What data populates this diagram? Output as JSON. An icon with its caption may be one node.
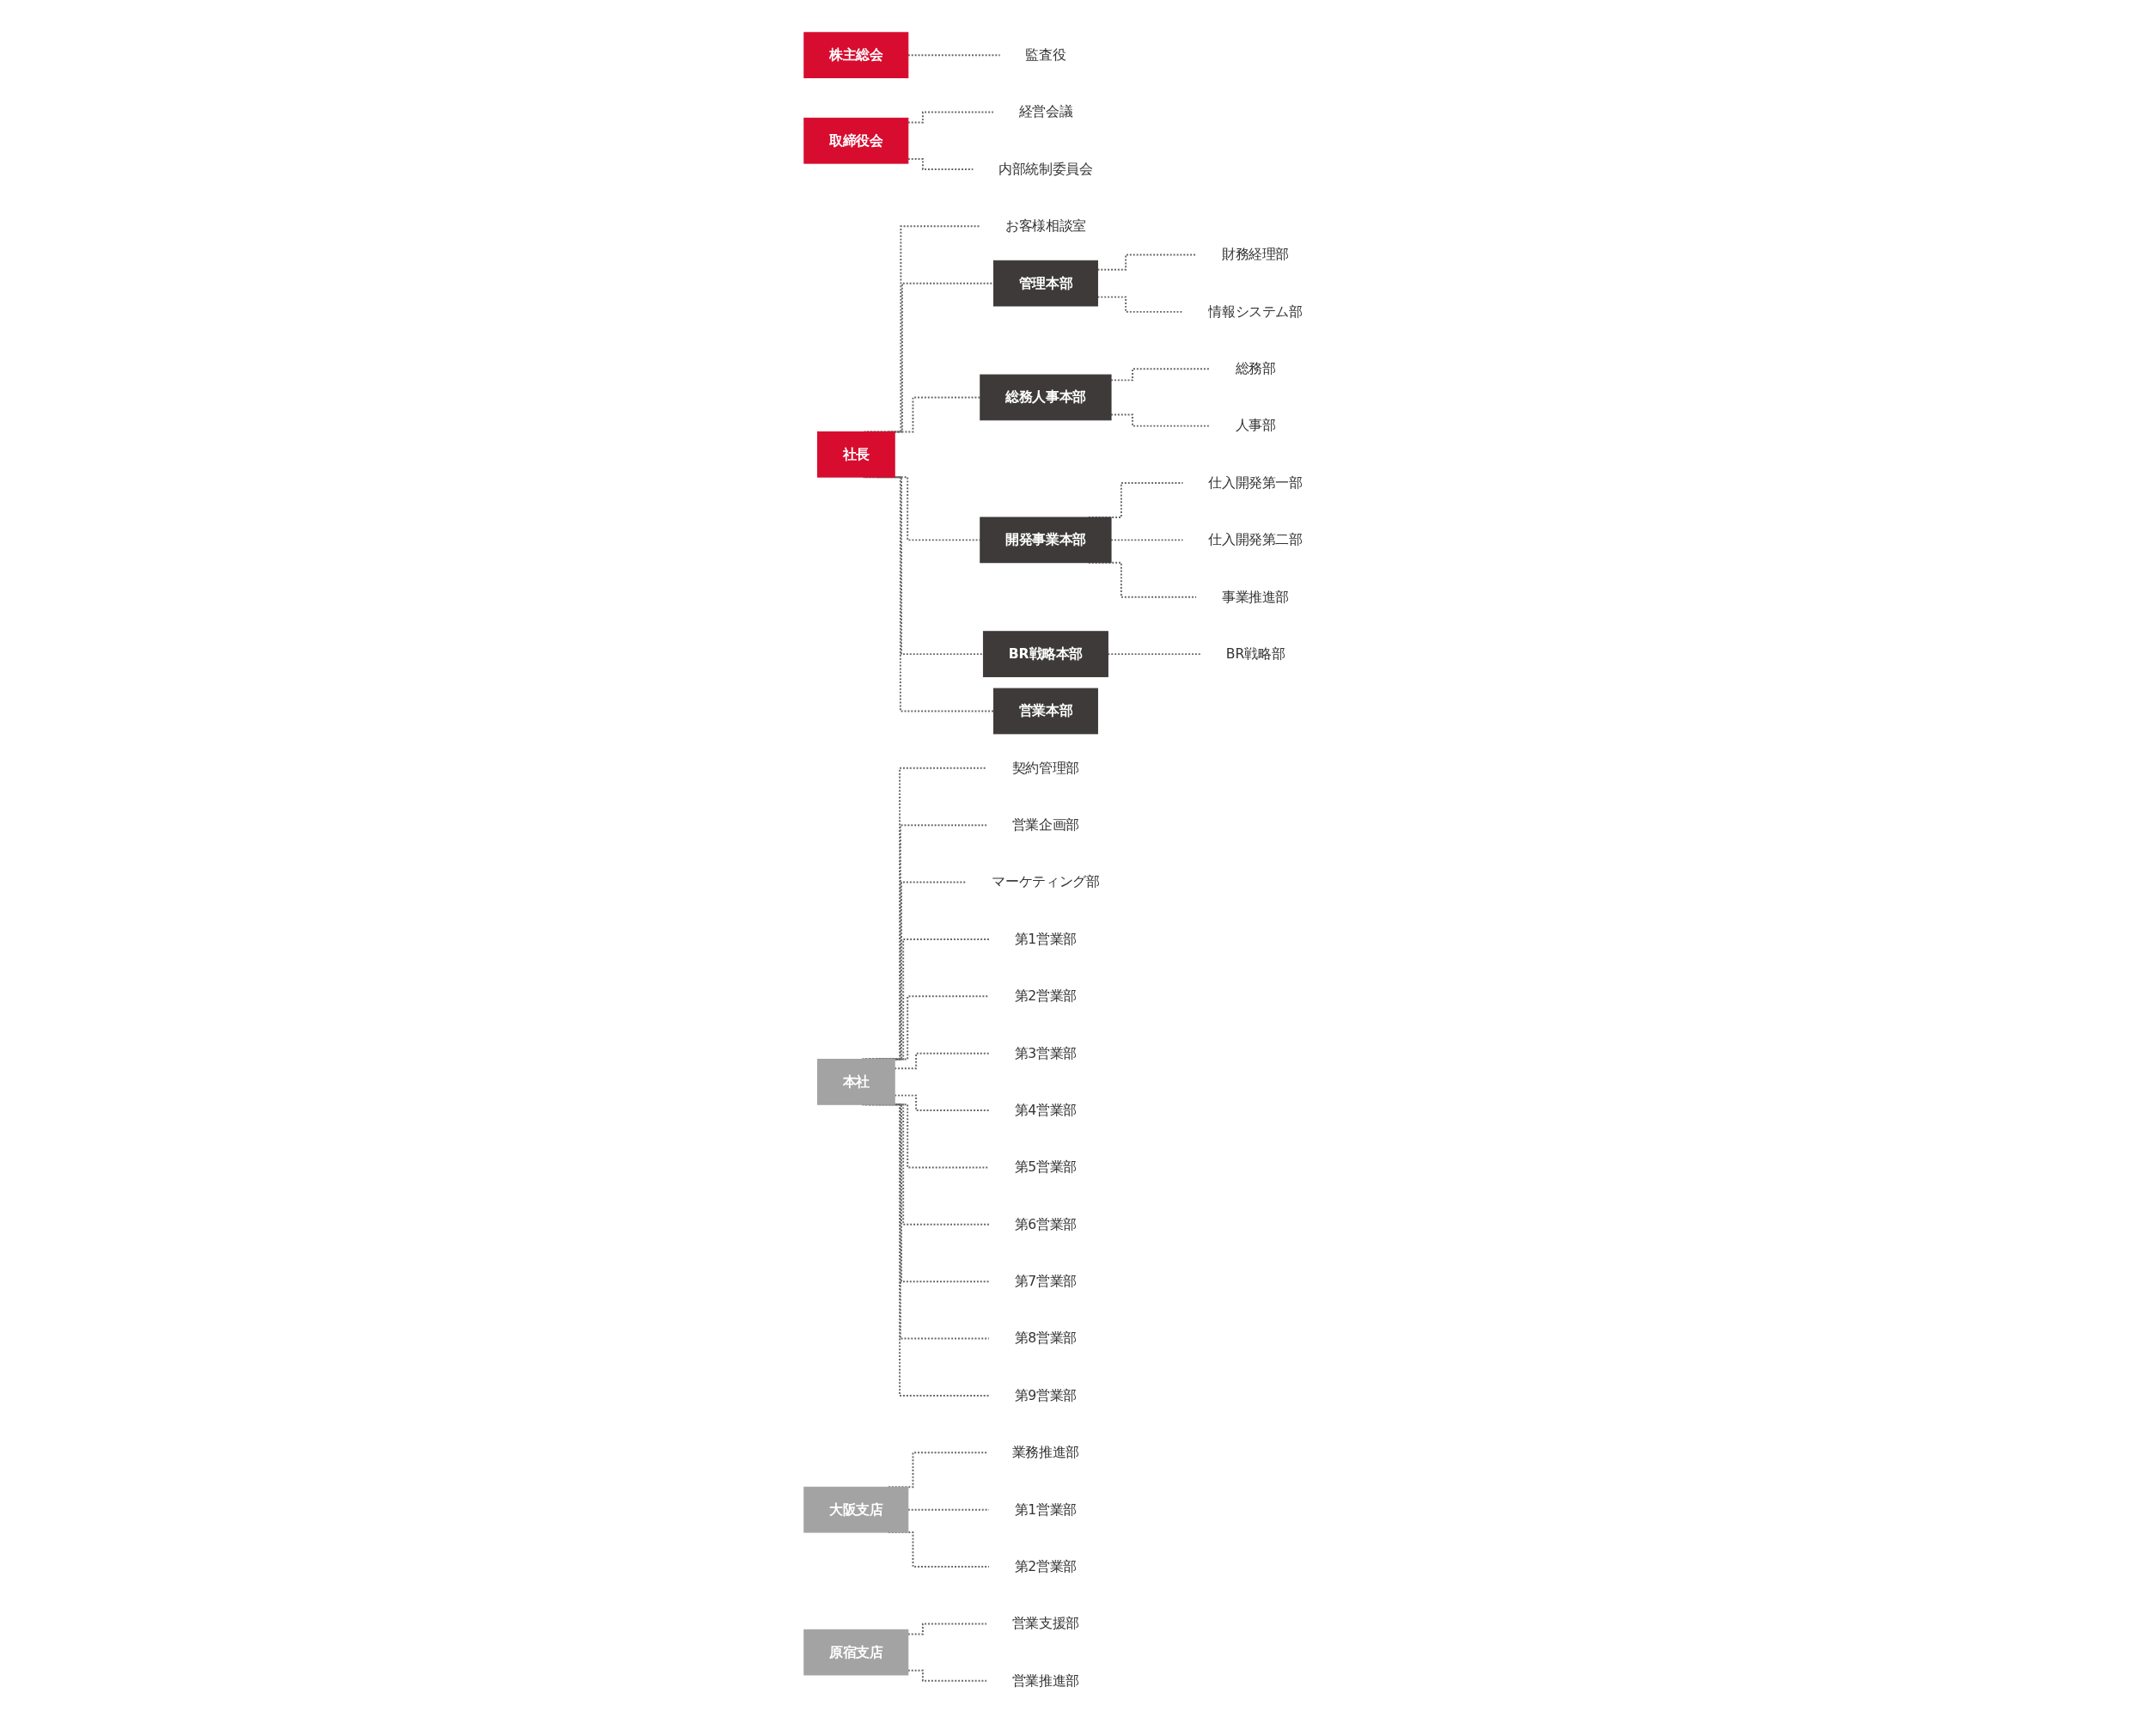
{
  "diagram": {
    "nodes": [
      {
        "text": [
          "株主総会"
        ]
      },
      {
        "text": [
          "監査役"
        ]
      },
      {
        "text": [
          "取締役会"
        ]
      },
      {
        "text": [
          "経営会議"
        ]
      },
      {
        "text": [
          "内部統制委員会"
        ]
      },
      {
        "text": [
          "社長"
        ]
      },
      {
        "text": [
          "お客様相談室"
        ]
      },
      {
        "text": [
          "管理本部"
        ]
      },
      {
        "text": [
          "財務経理部"
        ]
      },
      {
        "text": [
          "情報システム部"
        ]
      },
      {
        "text": [
          "総務人事本部"
        ]
      },
      {
        "text": [
          "総務部"
        ]
      },
      {
        "text": [
          "人事部"
        ]
      },
      {
        "text": [
          "開発事業本部"
        ]
      },
      {
        "text": [
          "仕入開発第一部"
        ]
      },
      {
        "text": [
          "仕入開発第二部"
        ]
      },
      {
        "text": [
          "事業推進部"
        ]
      },
      {
        "text": [
          "BR戦略本部"
        ]
      },
      {
        "text": [
          "BR戦略部"
        ]
      },
      {
        "text": [
          "営業本部"
        ]
      },
      {
        "text": [
          "本社"
        ]
      },
      {
        "text": [
          "契約管理部"
        ]
      },
      {
        "text": [
          "営業企画部"
        ]
      },
      {
        "text": [
          "マーケティング部"
        ]
      },
      {
        "text": [
          "第1営業部"
        ]
      },
      {
        "text": [
          "第2営業部"
        ]
      },
      {
        "text": [
          "第3営業部"
        ]
      },
      {
        "text": [
          "第4営業部"
        ]
      },
      {
        "text": [
          "第5営業部"
        ]
      },
      {
        "text": [
          "第6営業部"
        ]
      },
      {
        "text": [
          "第7営業部"
        ]
      },
      {
        "text": [
          "第8営業部"
        ]
      },
      {
        "text": [
          "第9営業部"
        ]
      },
      {
        "text": [
          "大阪支店"
        ]
      },
      {
        "text": [
          "業務推進部"
        ]
      },
      {
        "text": [
          "第1営業部"
        ]
      },
      {
        "text": [
          "第2営業部"
        ]
      },
      {
        "text": [
          "原宿支店"
        ]
      },
      {
        "text": [
          "営業支援部"
        ]
      },
      {
        "text": [
          "営業推進部"
        ]
      }
    ],
    "edges": [
      {
        "from": 0,
        "to": 1,
        "arrow": "none",
        "style": "dashed"
      },
      {
        "from": 2,
        "to": 3,
        "arrow": "none",
        "style": "dashed"
      },
      {
        "from": 2,
        "to": 4,
        "arrow": "none",
        "style": "dashed"
      },
      {
        "from": 5,
        "to": 6,
        "arrow": "none",
        "style": "dashed"
      },
      {
        "from": 5,
        "to": 7,
        "arrow": "none",
        "style": "dashed"
      },
      {
        "from": 5,
        "to": 10,
        "arrow": "none",
        "style": "dashed"
      },
      {
        "from": 5,
        "to": 13,
        "arrow": "none",
        "style": "dashed"
      },
      {
        "from": 5,
        "to": 17,
        "arrow": "none",
        "style": "dashed"
      },
      {
        "from": 5,
        "to": 19,
        "arrow": "none",
        "style": "dashed"
      },
      {
        "from": 7,
        "to": 8,
        "arrow": "none",
        "style": "dashed"
      },
      {
        "from": 7,
        "to": 9,
        "arrow": "none",
        "style": "dashed"
      },
      {
        "from": 10,
        "to": 11,
        "arrow": "none",
        "style": "dashed"
      },
      {
        "from": 10,
        "to": 12,
        "arrow": "none",
        "style": "dashed"
      },
      {
        "from": 13,
        "to": 14,
        "arrow": "none",
        "style": "dashed"
      },
      {
        "from": 13,
        "to": 15,
        "arrow": "none",
        "style": "dashed"
      },
      {
        "from": 13,
        "to": 16,
        "arrow": "none",
        "style": "dashed"
      },
      {
        "from": 17,
        "to": 18,
        "arrow": "none",
        "style": "dashed"
      },
      {
        "from": 20,
        "to": 21,
        "arrow": "none",
        "style": "dashed"
      },
      {
        "from": 20,
        "to": 22,
        "arrow": "none",
        "style": "dashed"
      },
      {
        "from": 20,
        "to": 23,
        "arrow": "none",
        "style": "dashed"
      },
      {
        "from": 20,
        "to": 24,
        "arrow": "none",
        "style": "dashed"
      },
      {
        "from": 20,
        "to": 25,
        "arrow": "none",
        "style": "dashed"
      },
      {
        "from": 20,
        "to": 26,
        "arrow": "none",
        "style": "dashed"
      },
      {
        "from": 20,
        "to": 27,
        "arrow": "none",
        "style": "dashed"
      },
      {
        "from": 20,
        "to": 28,
        "arrow": "none",
        "style": "dashed"
      },
      {
        "from": 20,
        "to": 29,
        "arrow": "none",
        "style": "dashed"
      },
      {
        "from": 20,
        "to": 30,
        "arrow": "none",
        "style": "dashed"
      },
      {
        "from": 20,
        "to": 31,
        "arrow": "none",
        "style": "dashed"
      },
      {
        "from": 20,
        "to": 32,
        "arrow": "none",
        "style": "dashed"
      },
      {
        "from": 33,
        "to": 34,
        "arrow": "none",
        "style": "dashed"
      },
      {
        "from": 33,
        "to": 35,
        "arrow": "none",
        "style": "dashed"
      },
      {
        "from": 33,
        "to": 36,
        "arrow": "none",
        "style": "dashed"
      },
      {
        "from": 37,
        "to": 38,
        "arrow": "none",
        "style": "dashed"
      },
      {
        "from": 37,
        "to": 39,
        "arrow": "none",
        "style": "dashed"
      }
    ]
  }
}
